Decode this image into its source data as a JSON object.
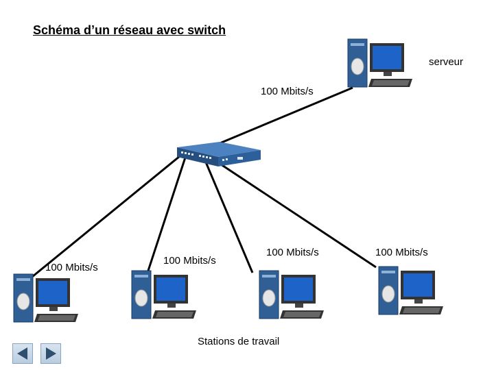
{
  "title": "Schéma d’un réseau avec switch",
  "labels": {
    "server": "serveur",
    "speed_server": "100 Mbits/s",
    "speed_ws1": "100 Mbits/s",
    "speed_ws2": "100 Mbits/s",
    "speed_ws3": "100 Mbits/s",
    "speed_ws4": "100 Mbits/s",
    "workstations": "Stations de travail"
  },
  "nav": {
    "prev": "previous-slide",
    "next": "next-slide"
  },
  "colors": {
    "tower": "#2f5f95",
    "screen": "#1e63c8",
    "switch": "#2d5f9a",
    "link": "#000000"
  }
}
